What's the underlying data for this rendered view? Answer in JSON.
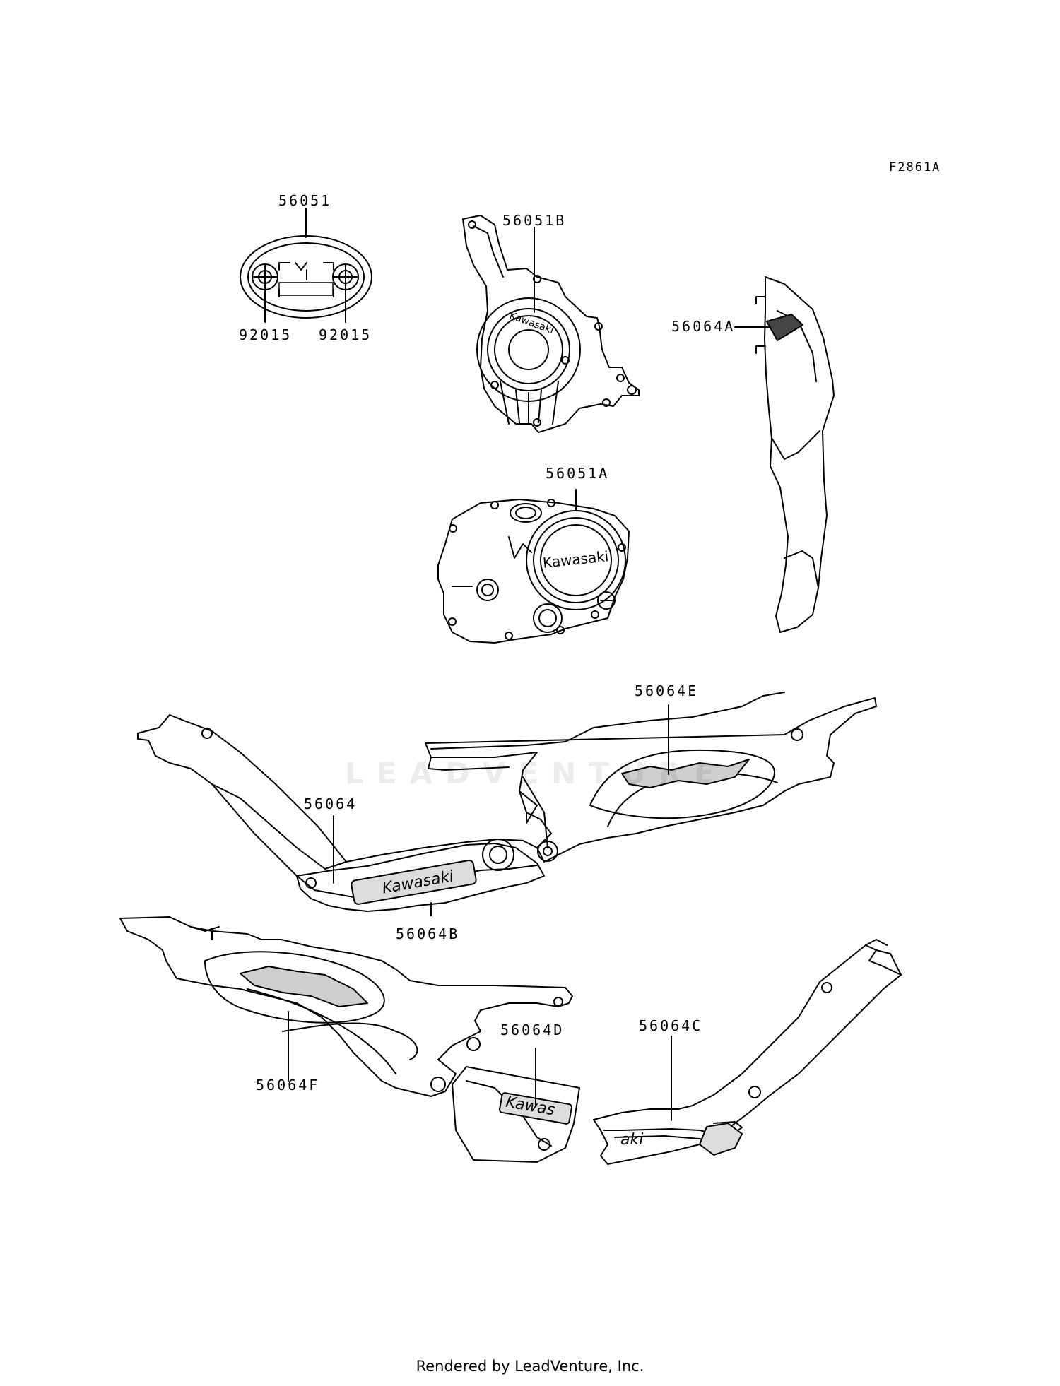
{
  "figure_code": "F2861A",
  "labels": {
    "p56051": "56051",
    "p92015_left": "92015",
    "p92015_right": "92015",
    "p56051B": "56051B",
    "p56064A": "56064A",
    "p56051A": "56051A",
    "p56064E": "56064E",
    "p56064": "56064",
    "p56064B": "56064B",
    "p56064D": "56064D",
    "p56064C": "56064C",
    "p56064F": "56064F"
  },
  "decal_text": {
    "kawasaki": "Kawasaki",
    "kawasaki_partial_d": "Kawas",
    "kawasaki_partial_c": "aki"
  },
  "watermark": "LEADVENTURE",
  "footer": "Rendered by LeadVenture, Inc."
}
